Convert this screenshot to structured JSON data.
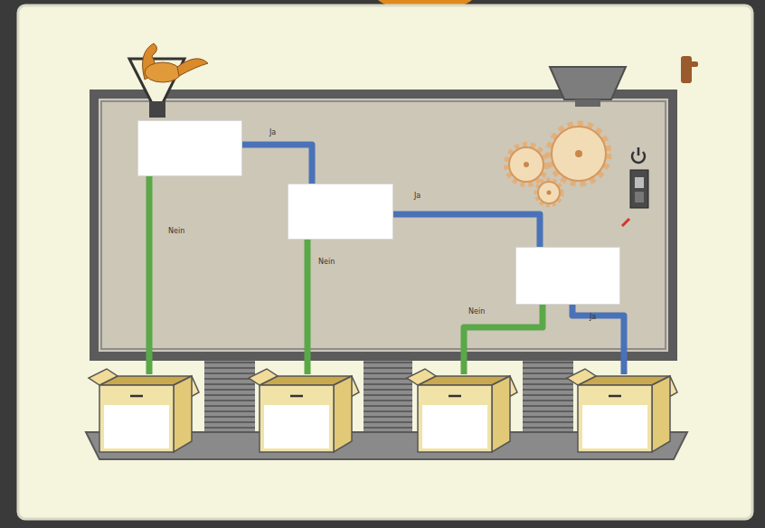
{
  "diagram": {
    "nodes": [
      {
        "text": []
      },
      {
        "text": []
      },
      {
        "text": []
      },
      {
        "text": []
      },
      {
        "text": []
      },
      {
        "text": []
      },
      {
        "text": []
      }
    ],
    "edges": [
      {
        "from": 0,
        "to": 1,
        "arrow": "none",
        "label": "Ja"
      },
      {
        "from": 0,
        "to": 3,
        "arrow": "none",
        "label": "Nein"
      },
      {
        "from": 1,
        "to": 2,
        "arrow": "none",
        "label": "Ja"
      },
      {
        "from": 1,
        "to": 4,
        "arrow": "none",
        "label": "Nein"
      },
      {
        "from": 2,
        "to": 5,
        "arrow": "none",
        "label": "Nein"
      },
      {
        "from": 2,
        "to": 6,
        "arrow": "none",
        "label": "Ja"
      }
    ]
  }
}
